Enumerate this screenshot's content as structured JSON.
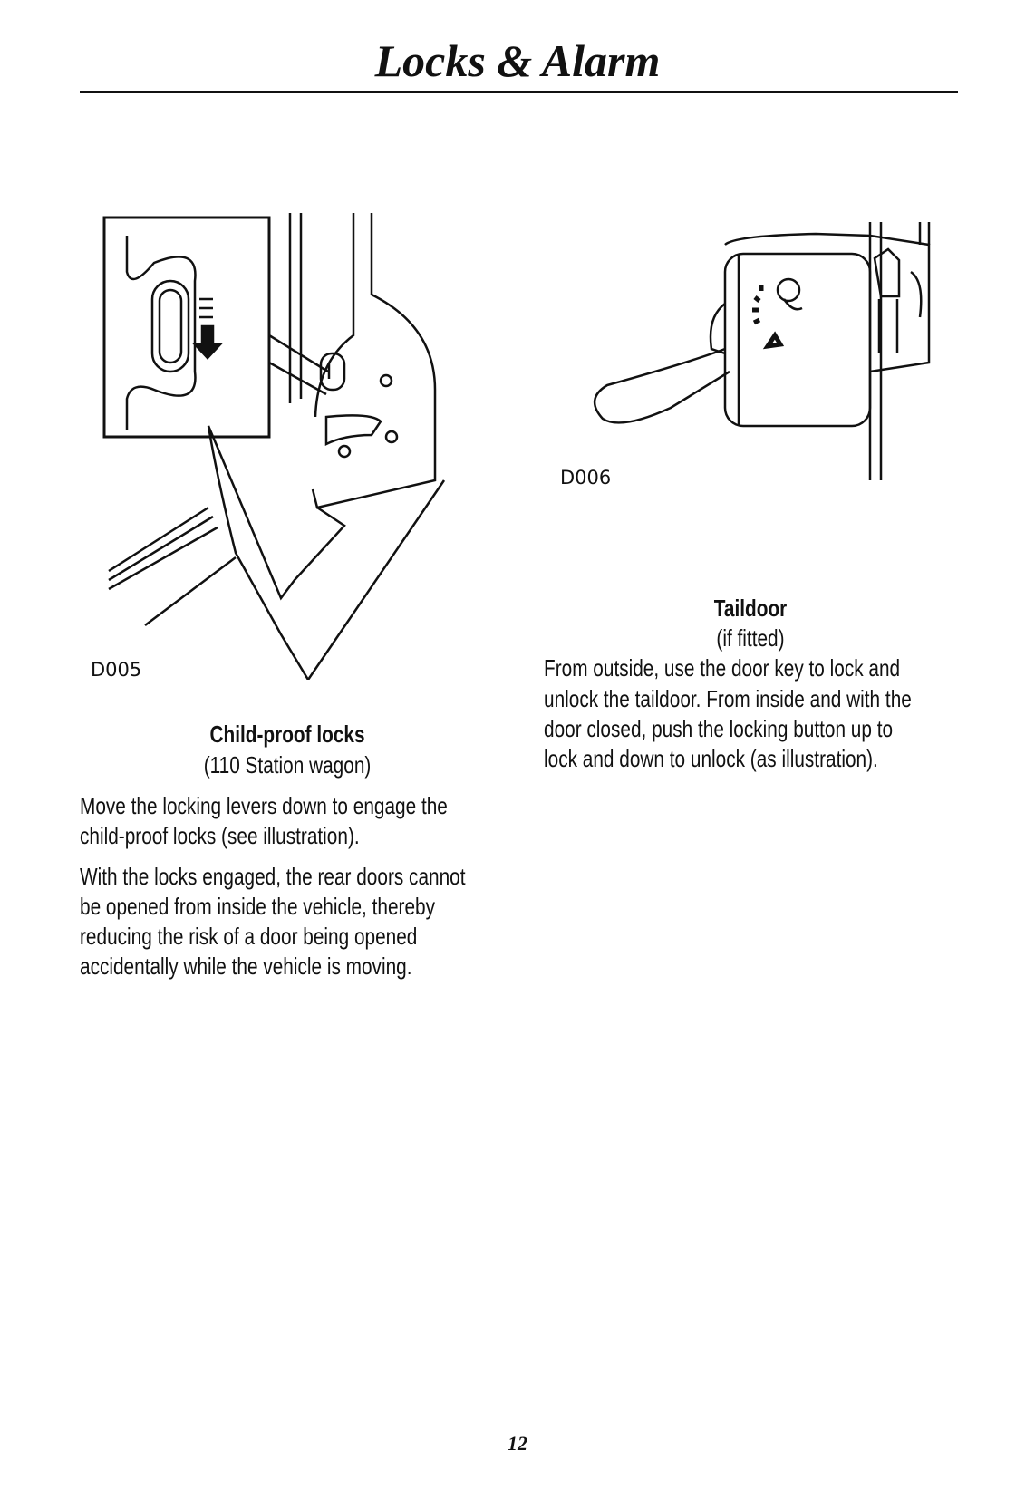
{
  "header": {
    "title": "Locks & Alarm"
  },
  "figures": [
    {
      "label": "D005"
    },
    {
      "label": "D006"
    }
  ],
  "child_locks": {
    "heading": "Child-proof locks",
    "subheading": "(110 Station wagon)",
    "paragraph1": [
      "Move the locking levers down to engage the",
      "child-proof locks (see illustration)."
    ],
    "paragraph2": [
      "With the locks engaged, the rear doors cannot",
      "be opened from inside the vehicle, thereby",
      "reducing the risk of a door being opened",
      "accidentally while the vehicle is moving."
    ]
  },
  "taildoor": {
    "heading": "Taildoor",
    "subheading": "(if fitted)",
    "paragraph": [
      "From outside, use the door key to lock and",
      "unlock the taildoor. From inside and with the",
      "door closed, push the locking button up to",
      "lock and down to unlock (as illustration)."
    ]
  },
  "footer": {
    "page_number": "12"
  }
}
